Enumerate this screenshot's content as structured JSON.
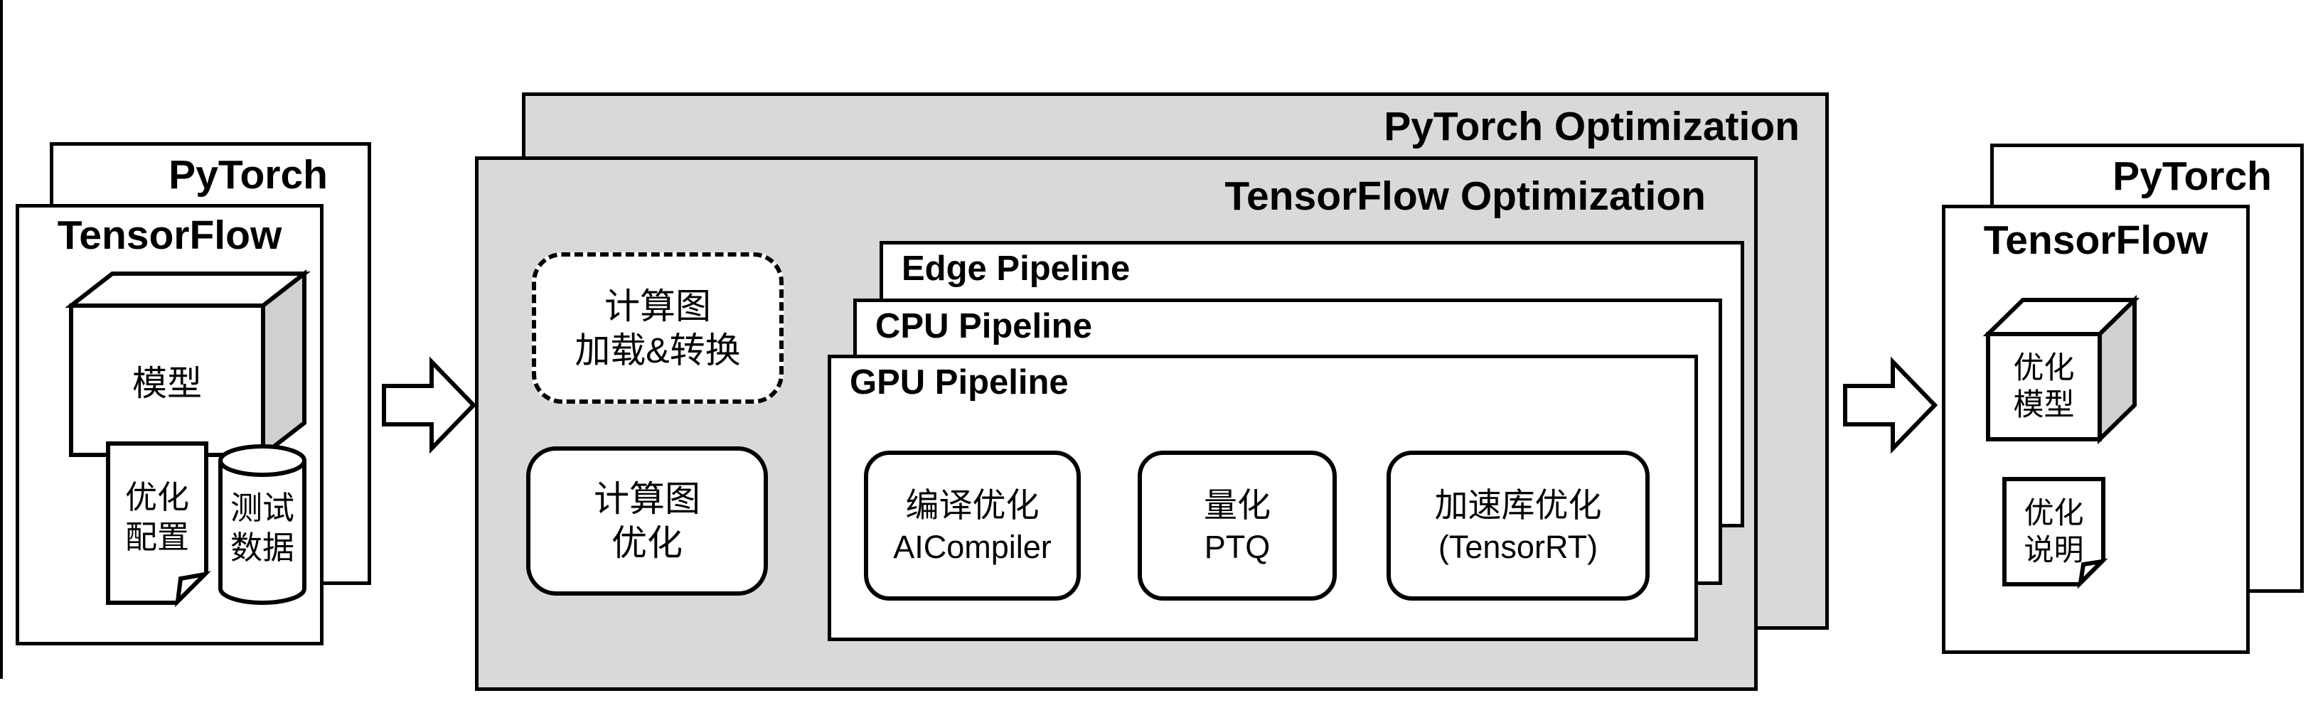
{
  "colors": {
    "background": "#ffffff",
    "panel_gray": "#d9d9d9",
    "cube_side_gray": "#d0d0d0",
    "stroke": "#000000"
  },
  "left_stack": {
    "back_label": "PyTorch",
    "front_label": "TensorFlow",
    "model_cube_label": "模型",
    "config_doc_line1": "优化",
    "config_doc_line2": "配置",
    "data_cylinder_line1": "测试",
    "data_cylinder_line2": "数据"
  },
  "middle": {
    "back_label": "PyTorch Optimization",
    "front_label": "TensorFlow Optimization",
    "load_convert_line1": "计算图",
    "load_convert_line2": "加载&转换",
    "graph_opt_line1": "计算图",
    "graph_opt_line2": "优化",
    "pipelines": [
      {
        "label": "Edge Pipeline"
      },
      {
        "label": "CPU Pipeline"
      },
      {
        "label": "GPU Pipeline"
      }
    ],
    "gpu_steps": [
      {
        "line1": "编译优化",
        "line2": "AICompiler"
      },
      {
        "line1": "量化",
        "line2": "PTQ"
      },
      {
        "line1": "加速库优化",
        "line2": "(TensorRT)"
      }
    ]
  },
  "right_stack": {
    "back_label": "PyTorch",
    "front_label": "TensorFlow",
    "optimized_cube_line1": "优化",
    "optimized_cube_line2": "模型",
    "notes_doc_line1": "优化",
    "notes_doc_line2": "说明"
  }
}
